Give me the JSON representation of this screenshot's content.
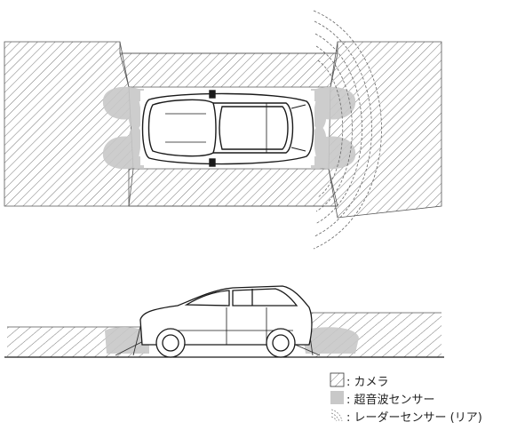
{
  "legend": {
    "camera": ": カメラ",
    "ultrasonic": ": 超音波センサー",
    "radar": ": レーダーセンサー (リア)"
  },
  "colors": {
    "hatch": "#555555",
    "ultrasonic_fill": "#c8c8c8",
    "car_line": "#1a1a1a"
  }
}
